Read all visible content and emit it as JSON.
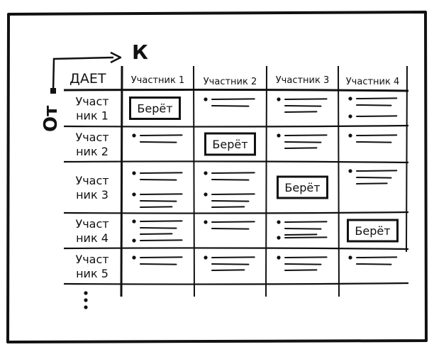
{
  "axis": {
    "to_label": "К",
    "from_label": "От"
  },
  "corner_label": "ДАЕТ",
  "columns": [
    "Участник 1",
    "Участник 2",
    "Участник 3",
    "Участник 4"
  ],
  "rows": [
    {
      "line1": "Участ",
      "line2": "ник 1"
    },
    {
      "line1": "Участ",
      "line2": "ник 2"
    },
    {
      "line1": "Участ",
      "line2": "ник 3"
    },
    {
      "line1": "Участ",
      "line2": "ник 4"
    },
    {
      "line1": "Участ",
      "line2": "ник 5"
    }
  ],
  "diagonal_label": "Берёт",
  "continuation": "⋮"
}
